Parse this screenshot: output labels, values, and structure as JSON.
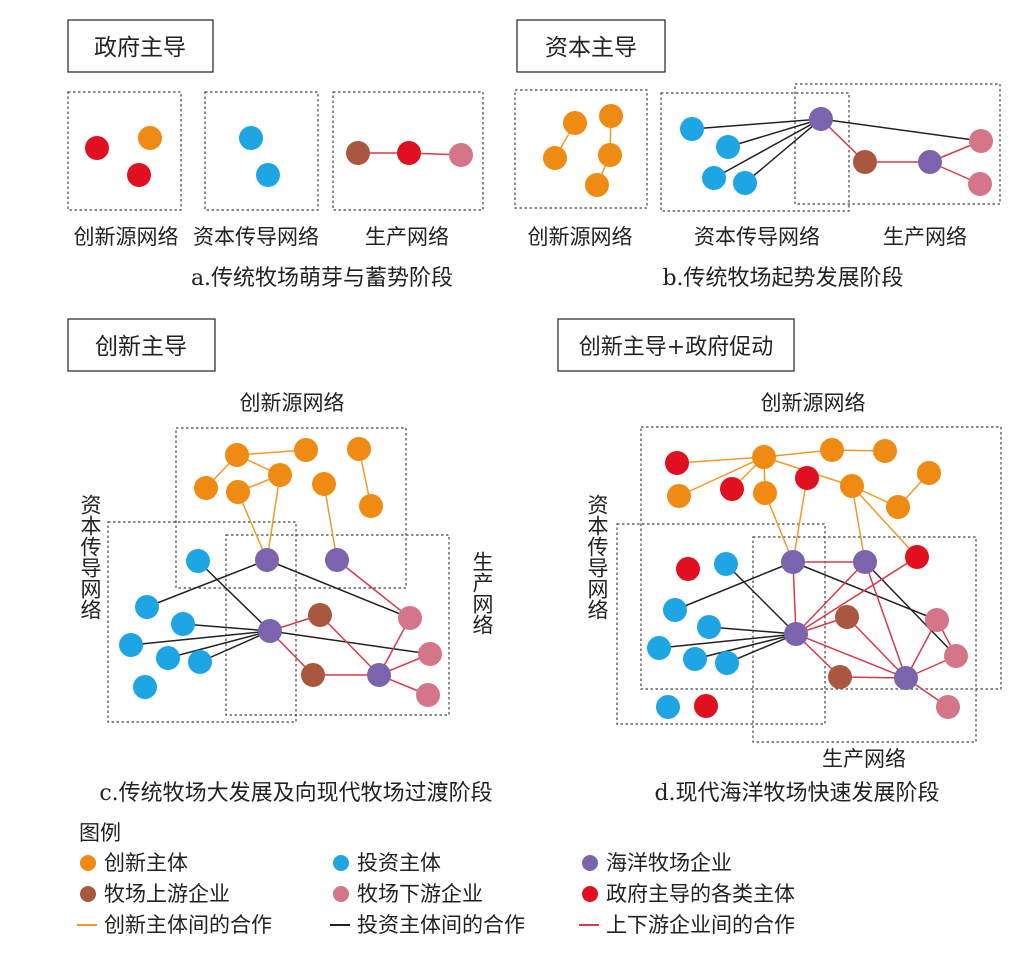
{
  "colors": {
    "innovation": "#ef8a12",
    "investment": "#1ea6e4",
    "marine_enterprise": "#7b64ad",
    "upstream": "#a9573f",
    "downstream": "#d47589",
    "government": "#e01020",
    "edge_innovation": "#ef9a2a",
    "edge_investment": "#222222",
    "edge_updown": "#d83a4a"
  },
  "panels": {
    "a": {
      "mode": "政府主导",
      "caption": "a.传统牧场萌芽与蓄势阶段",
      "labels": {
        "innovation": "创新源网络",
        "capital": "资本传导网络",
        "production": "生产网络"
      }
    },
    "b": {
      "mode": "资本主导",
      "caption": "b.传统牧场起势发展阶段",
      "labels": {
        "innovation": "创新源网络",
        "capital": "资本传导网络",
        "production": "生产网络"
      }
    },
    "c": {
      "mode": "创新主导",
      "caption": "c.传统牧场大发展及向现代牧场过渡阶段",
      "labels": {
        "innovation": "创新源网络",
        "capital": "资本传导网络",
        "production": "生产网络"
      }
    },
    "d": {
      "mode": "创新主导+政府促动",
      "caption": "d.现代海洋牧场快速发展阶段",
      "labels": {
        "innovation": "创新源网络",
        "capital": "资本传导网络",
        "production": "生产网络"
      }
    }
  },
  "legend": {
    "title": "图例",
    "items": [
      {
        "kind": "dot",
        "color_key": "innovation",
        "label": "创新主体"
      },
      {
        "kind": "dot",
        "color_key": "investment",
        "label": "投资主体"
      },
      {
        "kind": "dot",
        "color_key": "marine_enterprise",
        "label": "海洋牧场企业"
      },
      {
        "kind": "dot",
        "color_key": "upstream",
        "label": "牧场上游企业"
      },
      {
        "kind": "dot",
        "color_key": "downstream",
        "label": "牧场下游企业"
      },
      {
        "kind": "dot",
        "color_key": "government",
        "label": "政府主导的各类主体"
      },
      {
        "kind": "line",
        "color_key": "edge_innovation",
        "label": "创新主体间的合作"
      },
      {
        "kind": "line",
        "color_key": "edge_investment",
        "label": "投资主体间的合作"
      },
      {
        "kind": "line",
        "color_key": "edge_updown",
        "label": "上下游企业间的合作"
      }
    ]
  }
}
